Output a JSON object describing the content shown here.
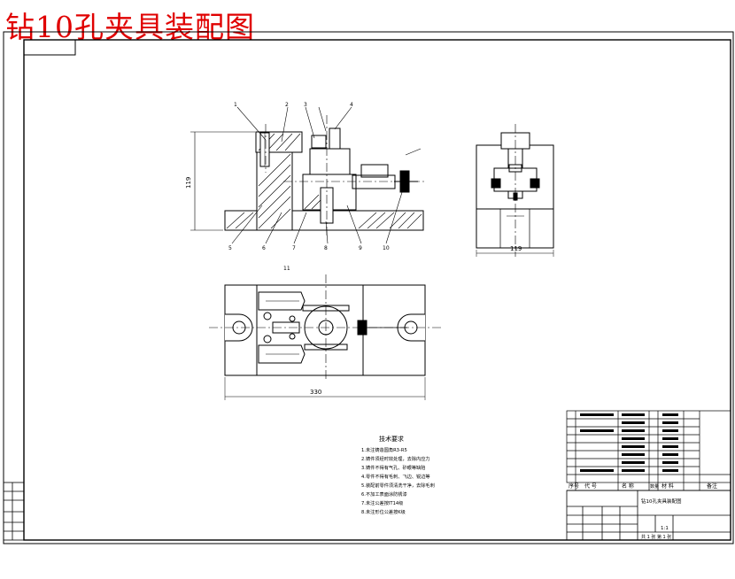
{
  "title": "钻10孔夹具装配图",
  "dimensions": {
    "height": "119",
    "side_width": "119",
    "total_length": "330"
  },
  "callouts": [
    "1",
    "2",
    "3",
    "4",
    "5",
    "6",
    "7",
    "8",
    "9",
    "10",
    "11"
  ],
  "tech_req": {
    "heading": "技术要求",
    "items": [
      "1.未注铸造圆角R3-R5",
      "2.铸件须经时效处理，去除内应力",
      "3.铸件不得有气孔、砂眼等缺陷",
      "4.零件不得有毛刺、飞边、锐边等",
      "5.装配前零件须清洗干净，去除毛刺",
      "6.不加工表面涂防锈漆",
      "7.未注公差按IT14级",
      "8.未注形位公差按K级"
    ]
  },
  "parts_table": {
    "headers": [
      "序号",
      "代 号",
      "名 称",
      "数量",
      "材 料",
      "备注"
    ]
  },
  "title_block": {
    "drawing_name": "钻10孔夹具装配图",
    "scale": "1:1",
    "sheet_info": "共 1 张 第 1 张"
  },
  "colors": {
    "title": "#e00000",
    "line": "#000000"
  }
}
